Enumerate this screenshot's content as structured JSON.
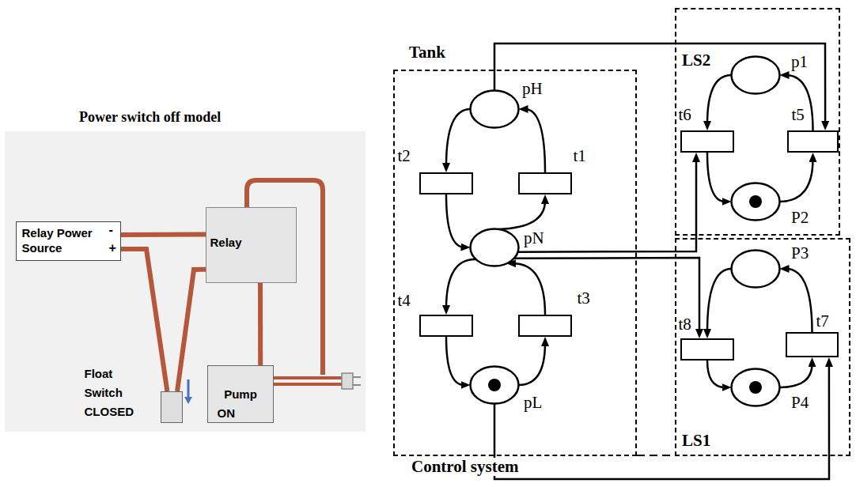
{
  "diagram": {
    "title": "Power switch off model",
    "nodes": [
      {
        "text": [
          "Relay Power Source",
          "-",
          "+"
        ]
      },
      {
        "text": [
          "Relay"
        ]
      },
      {
        "text": [
          "Float Switch CLOSED"
        ]
      },
      {
        "text": [
          "Pump",
          "ON"
        ]
      },
      {
        "text": [
          "Tank"
        ]
      },
      {
        "text": [
          "pH"
        ],
        "in": 4
      },
      {
        "text": [
          "t2"
        ],
        "in": 4
      },
      {
        "text": [
          "t1"
        ],
        "in": 4
      },
      {
        "text": [
          "pN"
        ],
        "in": 4
      },
      {
        "text": [
          "t4"
        ],
        "in": 4
      },
      {
        "text": [
          "t3"
        ],
        "in": 4
      },
      {
        "text": [
          "pL"
        ],
        "in": 4
      },
      {
        "text": [
          "LS2"
        ]
      },
      {
        "text": [
          "p1"
        ],
        "in": 12
      },
      {
        "text": [
          "t6"
        ],
        "in": 12
      },
      {
        "text": [
          "t5"
        ],
        "in": 12
      },
      {
        "text": [
          "P2"
        ],
        "in": 12
      },
      {
        "text": [
          "LS1"
        ]
      },
      {
        "text": [
          "P3"
        ],
        "in": 17
      },
      {
        "text": [
          "t8"
        ],
        "in": 17
      },
      {
        "text": [
          "t7"
        ],
        "in": 17
      },
      {
        "text": [
          "P4"
        ],
        "in": 17
      }
    ],
    "edges": [
      {
        "from": 0,
        "to": 1,
        "arrow": "none"
      },
      {
        "from": 0,
        "to": 2,
        "arrow": "none"
      },
      {
        "from": 1,
        "to": 2,
        "arrow": "none"
      },
      {
        "from": 1,
        "to": 3,
        "arrow": "none"
      },
      {
        "from": 5,
        "to": 6,
        "arrow": "to"
      },
      {
        "from": 6,
        "to": 8,
        "arrow": "to"
      },
      {
        "from": 8,
        "to": 7,
        "arrow": "to"
      },
      {
        "from": 7,
        "to": 5,
        "arrow": "to"
      },
      {
        "from": 8,
        "to": 9,
        "arrow": "to"
      },
      {
        "from": 9,
        "to": 11,
        "arrow": "to"
      },
      {
        "from": 11,
        "to": 10,
        "arrow": "to"
      },
      {
        "from": 10,
        "to": 8,
        "arrow": "to"
      },
      {
        "from": 13,
        "to": 14,
        "arrow": "to"
      },
      {
        "from": 14,
        "to": 16,
        "arrow": "to"
      },
      {
        "from": 16,
        "to": 15,
        "arrow": "to"
      },
      {
        "from": 15,
        "to": 13,
        "arrow": "to"
      },
      {
        "from": 18,
        "to": 19,
        "arrow": "to"
      },
      {
        "from": 19,
        "to": 21,
        "arrow": "to"
      },
      {
        "from": 21,
        "to": 20,
        "arrow": "to"
      },
      {
        "from": 20,
        "to": 18,
        "arrow": "to"
      },
      {
        "from": 5,
        "to": 15,
        "arrow": "to"
      },
      {
        "from": 8,
        "to": 14,
        "arrow": "to"
      },
      {
        "from": 8,
        "to": 19,
        "arrow": "to"
      },
      {
        "from": 11,
        "to": 20,
        "arrow": "to"
      }
    ],
    "labels": [
      "Control system"
    ]
  }
}
